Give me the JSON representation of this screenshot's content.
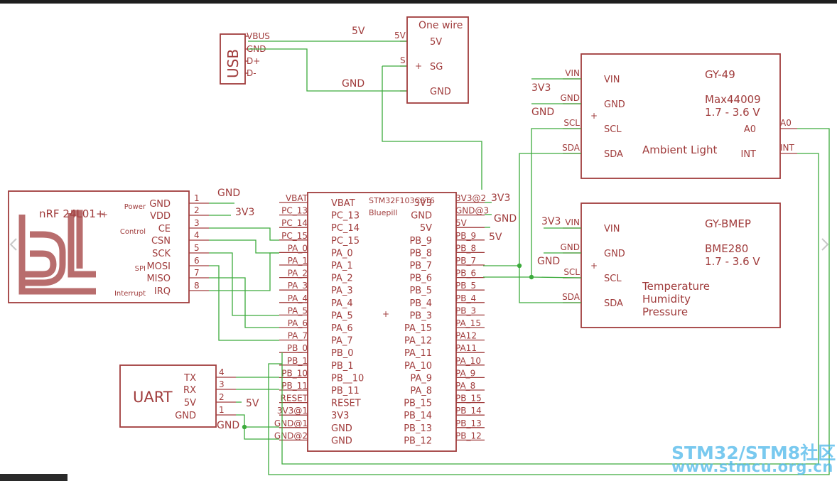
{
  "colors": {
    "part": "#a03c3c",
    "net": "#3cab3c",
    "junction": "#3cab3c",
    "text": "#a03c3c",
    "watermark": "#4db8ea"
  },
  "parts": {
    "usb": {
      "name": "USB",
      "pins": [
        "VBUS",
        "GND",
        "D+",
        "D-"
      ]
    },
    "onewire": {
      "name": "One wire",
      "pins": [
        "5V",
        "SG",
        "GND"
      ],
      "pads": [
        "5V",
        "S"
      ]
    },
    "gy49": {
      "name": "GY-49",
      "chip": "Max44009",
      "range": "1.7 - 3.6 V",
      "desc": "Ambient Light",
      "pins_left": [
        "VIN",
        "GND",
        "SCL",
        "SDA"
      ],
      "pins_right": [
        "A0",
        "INT"
      ],
      "pads_left": [
        "VIN",
        "GND",
        "SCL",
        "SDA"
      ],
      "pads_right": [
        "A0",
        "INT"
      ]
    },
    "bmep": {
      "name": "GY-BMEP",
      "chip": "BME280",
      "range": "1.7 - 3.6 V",
      "desc": [
        "Temperature",
        "Humidity",
        "Pressure"
      ],
      "pins": [
        "VIN",
        "GND",
        "SCL",
        "SDA"
      ],
      "pads": [
        "VIN",
        "GND",
        "SCL",
        "SDA"
      ]
    },
    "nrf": {
      "name": "nRF 24L01+",
      "groups": [
        "Power",
        "Control",
        "SPI",
        "Interrupt"
      ],
      "pins": [
        "GND",
        "VDD",
        "CE",
        "CSN",
        "SCK",
        "MOSI",
        "MISO",
        "IRQ"
      ],
      "numbers": [
        "1",
        "2",
        "3",
        "4",
        "5",
        "6",
        "7",
        "8"
      ]
    },
    "mcu": {
      "name": "STM32F103C8T6",
      "sub": "Bluepill",
      "left_pins": [
        "VBAT",
        "PC_13",
        "PC_14",
        "PC_15",
        "PA_0",
        "PA_1",
        "PA_2",
        "PA_3",
        "PA_4",
        "PA_5",
        "PA_6",
        "PA_7",
        "PB_0",
        "PB_1",
        "PB__10",
        "PB_11",
        "RESET",
        "3V3",
        "GND",
        "GND"
      ],
      "left_pads": [
        "VBAT",
        "PC_13",
        "PC_14",
        "PC_15",
        "PA_0",
        "PA_1",
        "PA_2",
        "PA_3",
        "PA_4",
        "PA_5",
        "PA_6",
        "PA_7",
        "PB_0",
        "PB_1",
        "PB_10",
        "PB_11",
        "RESET",
        "3V3@1",
        "GND@1",
        "GND@2"
      ],
      "right_pins": [
        "",
        "GND",
        "5V",
        "PB_9",
        "PB_8",
        "PB_7",
        "PB_6",
        "PB_5",
        "PB_4",
        "PB_3",
        "PA_15",
        "PA_12",
        "PA_11",
        "PA_10",
        "PA_9",
        "PA_8",
        "PB_15",
        "PB_14",
        "PB_13",
        "PB_12"
      ],
      "right_pads": [
        "3V3@2",
        "GND@3",
        "5V",
        "PB_9",
        "PB_8",
        "PB_7",
        "PB_6",
        "PB_5",
        "PB_4",
        "PB_3",
        "PA_15",
        "PA12",
        "PA11",
        "PA_10",
        "PA_9",
        "PA_8",
        "PB_15",
        "PB_14",
        "PB_13",
        "PB_12"
      ],
      "overlap_label": "3V3"
    },
    "uart": {
      "name": "UART",
      "pins": [
        "TX",
        "RX",
        "5V",
        "GND"
      ],
      "numbers": [
        "4",
        "3",
        "2",
        "1"
      ]
    }
  },
  "net_labels": [
    {
      "id": "usb-5v",
      "text": "5V"
    },
    {
      "id": "usb-gnd",
      "text": "GND"
    },
    {
      "id": "gy49-3v3",
      "text": "3V3"
    },
    {
      "id": "gy49-gnd",
      "text": "GND"
    },
    {
      "id": "nrf-gnd",
      "text": "GND"
    },
    {
      "id": "nrf-3v3",
      "text": "3V3"
    },
    {
      "id": "mcu-3v3",
      "text": "3V3"
    },
    {
      "id": "mcu-gnd",
      "text": "GND"
    },
    {
      "id": "mcu-5v",
      "text": "5V"
    },
    {
      "id": "bmep-3v3",
      "text": "3V3"
    },
    {
      "id": "bmep-gnd",
      "text": "GND"
    },
    {
      "id": "uart-5v",
      "text": "5V"
    },
    {
      "id": "uart-gnd",
      "text": "GND"
    }
  ],
  "watermark": {
    "line1": "STM32/STM8社区",
    "line2": "www.stmcu.org.cn"
  },
  "nav": {
    "left": "chevron-left-icon",
    "right": "chevron-right-icon"
  }
}
